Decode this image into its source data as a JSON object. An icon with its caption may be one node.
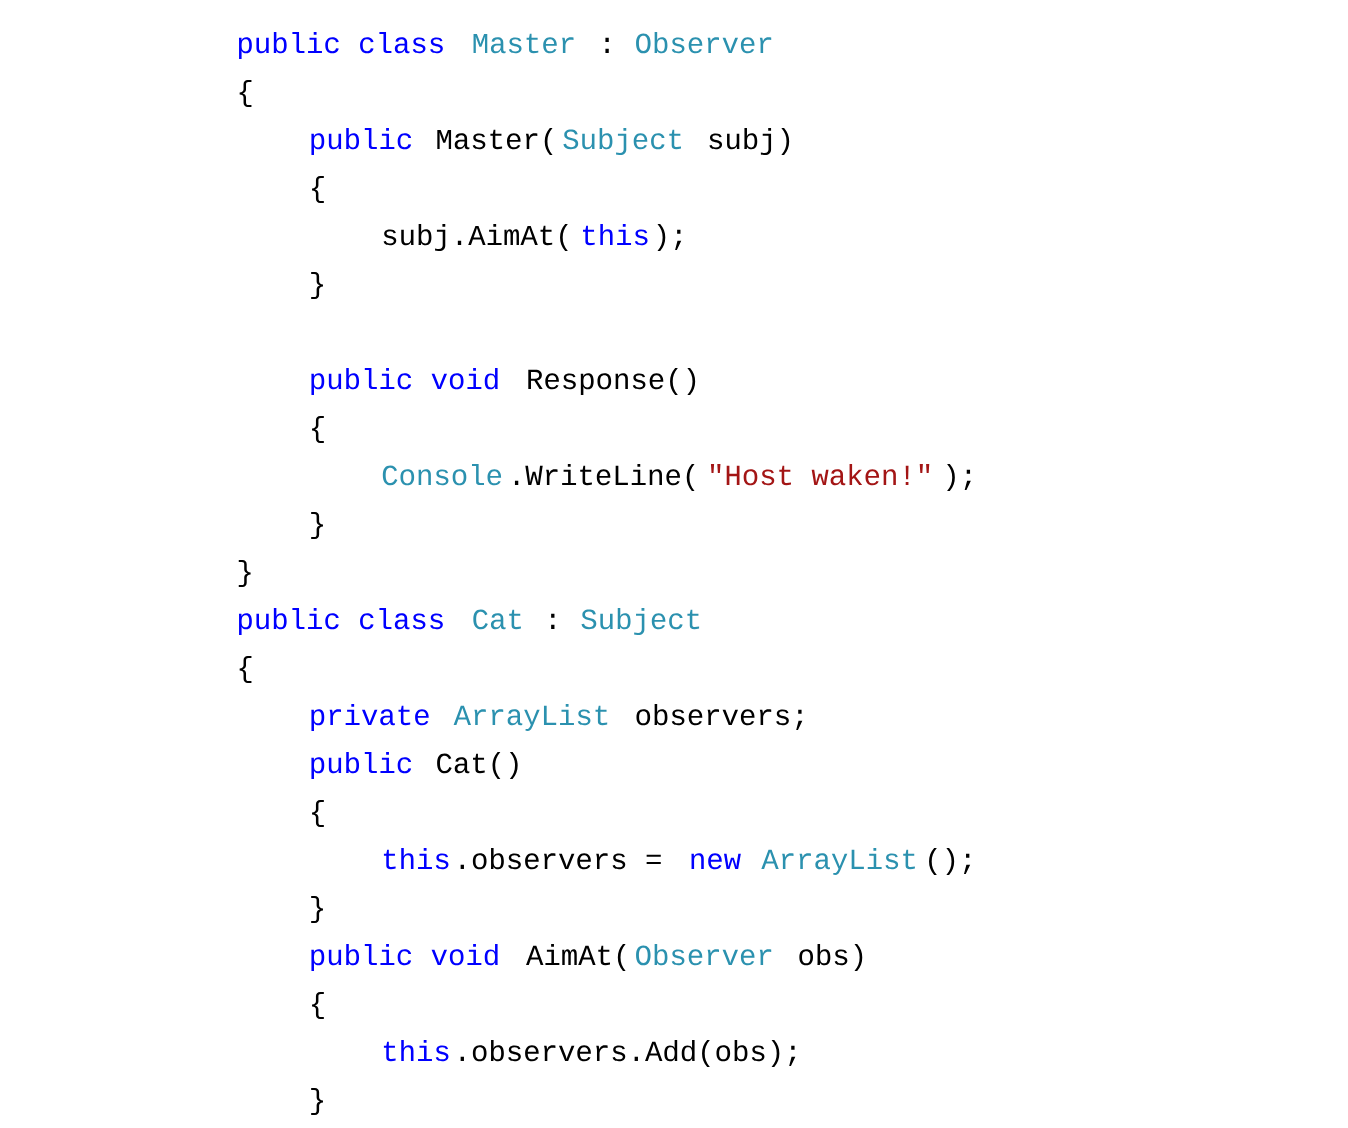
{
  "diagram": {
    "labels": [
      "public class",
      "Master",
      ":",
      "Observer",
      "{",
      "public",
      "Master(",
      "Subject",
      "subj)",
      "{",
      "subj.AimAt(",
      "this",
      ");",
      "}",
      "public void",
      "Response()",
      "{",
      "Console",
      ".WriteLine(",
      "\"Host waken!\"",
      ");",
      "}",
      "}",
      "public class",
      "Cat",
      ":",
      "Subject",
      "{",
      "private",
      "ArrayList",
      "observers;",
      "public",
      "Cat()",
      "{",
      "this",
      ".observers =",
      "new",
      "ArrayList",
      "();",
      "}",
      "public void",
      "AimAt(",
      "Observer",
      "obs)",
      "{",
      "this",
      ".observers.Add(obs);",
      "}"
    ]
  }
}
